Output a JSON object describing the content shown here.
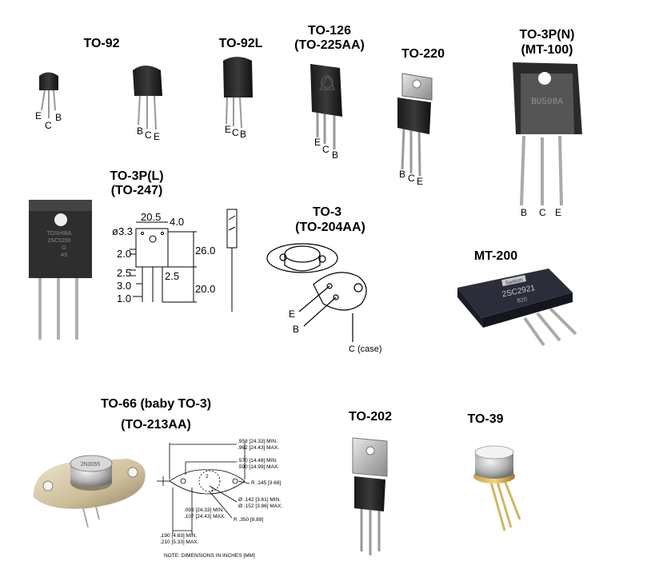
{
  "packages": {
    "to92": "TO-92",
    "to92l": "TO-92L",
    "to126_a": "TO-126",
    "to126_b": "(TO-225AA)",
    "to220": "TO-220",
    "to3pn_a": "TO-3P(N)",
    "to3pn_b": "(MT-100)",
    "to3pl_a": "TO-3P(L)",
    "to3pl_b": "(TO-247)",
    "to3_a": "TO-3",
    "to3_b": "(TO-204AA)",
    "mt200": "MT-200",
    "to66_a": "TO-66 (baby TO-3)",
    "to66_b": "(TO-213AA)",
    "to202": "TO-202",
    "to39": "TO-39"
  },
  "pins": {
    "to92_small": [
      "E",
      "C",
      "B"
    ],
    "to92_large": [
      "B",
      "C",
      "E"
    ],
    "to92l": [
      "E",
      "C",
      "B"
    ],
    "to126": [
      "E",
      "C",
      "B"
    ],
    "to220": [
      "B",
      "C",
      "E"
    ],
    "to3pn": [
      "B",
      "C",
      "E"
    ],
    "to3": [
      "E",
      "B",
      "C (case)"
    ]
  },
  "part_markings": {
    "to3pn": "BU508A",
    "to3pl": [
      "TOSHIBA",
      "2SC5200",
      "O",
      "A5"
    ],
    "mt200_brand": "Sanken",
    "mt200_part": "2SC2921",
    "mt200_code": "B20",
    "to66": [
      "2N3055"
    ]
  },
  "to3pl_dims": {
    "d1": "20.5",
    "d2": "4.0",
    "d3": "ø3.3",
    "d4": "2.0",
    "d5": "26.0",
    "d6": "2.5",
    "d7": "2.5",
    "d8": "3.0",
    "d9": "20.0",
    "d10": "1.0"
  },
  "to66_dims": {
    "w_min": ".958 [24.33] MIN.",
    "w_max": ".962 [24.43] MAX.",
    "h_min": ".570 [14.48] MIN.",
    "h_max": ".590 [14.99] MAX.",
    "r1": "R .145 [3.68]",
    "hole_min": "Ø .142 [3.61] MIN.",
    "hole_max": "Ø .152 [3.86] MAX.",
    "pin_min": ".093 [24.33] MIN.",
    "pin_max": ".107 [24.43] MAX.",
    "r2": "R .350 [8.89]",
    "sp_min": ".190 [4.83] MIN.",
    "sp_max": ".210 [5.33] MAX.",
    "pin1": "1",
    "pin2": "2",
    "note": "NOTE: DIMENSIONS IN INCHES [MM]"
  }
}
